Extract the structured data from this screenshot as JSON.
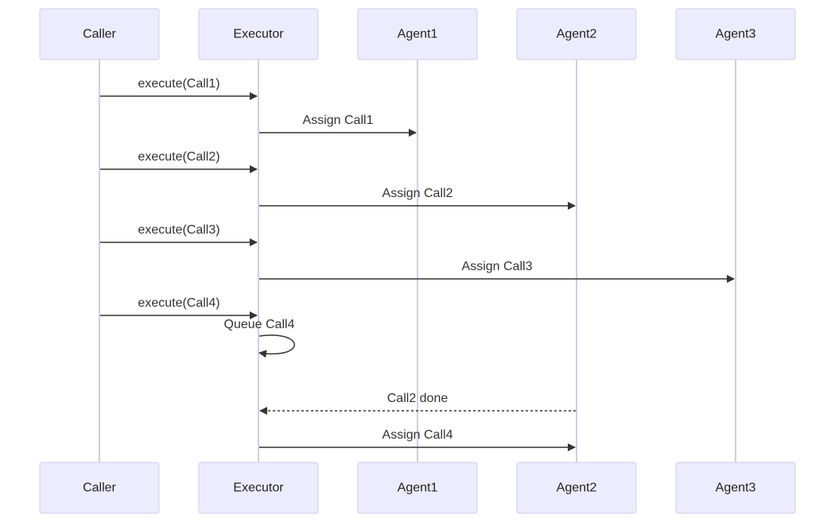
{
  "diagram": {
    "type": "sequence",
    "participants": [
      {
        "id": "caller",
        "label": "Caller"
      },
      {
        "id": "executor",
        "label": "Executor"
      },
      {
        "id": "agent1",
        "label": "Agent1"
      },
      {
        "id": "agent2",
        "label": "Agent2"
      },
      {
        "id": "agent3",
        "label": "Agent3"
      }
    ],
    "messages": [
      {
        "from": "caller",
        "to": "executor",
        "label": "execute(Call1)",
        "style": "solid"
      },
      {
        "from": "executor",
        "to": "agent1",
        "label": "Assign Call1",
        "style": "solid"
      },
      {
        "from": "caller",
        "to": "executor",
        "label": "execute(Call2)",
        "style": "solid"
      },
      {
        "from": "executor",
        "to": "agent2",
        "label": "Assign Call2",
        "style": "solid"
      },
      {
        "from": "caller",
        "to": "executor",
        "label": "execute(Call3)",
        "style": "solid"
      },
      {
        "from": "executor",
        "to": "agent3",
        "label": "Assign Call3",
        "style": "solid"
      },
      {
        "from": "caller",
        "to": "executor",
        "label": "execute(Call4)",
        "style": "solid"
      },
      {
        "from": "executor",
        "to": "executor",
        "label": "Queue Call4",
        "style": "solid"
      },
      {
        "from": "agent2",
        "to": "executor",
        "label": "Call2 done",
        "style": "dotted"
      },
      {
        "from": "executor",
        "to": "agent2",
        "label": "Assign Call4",
        "style": "solid"
      }
    ]
  },
  "colors": {
    "actor_fill": "#ececff",
    "actor_border": "#cfcde8",
    "lifeline": "#d0cde6",
    "line": "#333333",
    "text": "#222222"
  }
}
